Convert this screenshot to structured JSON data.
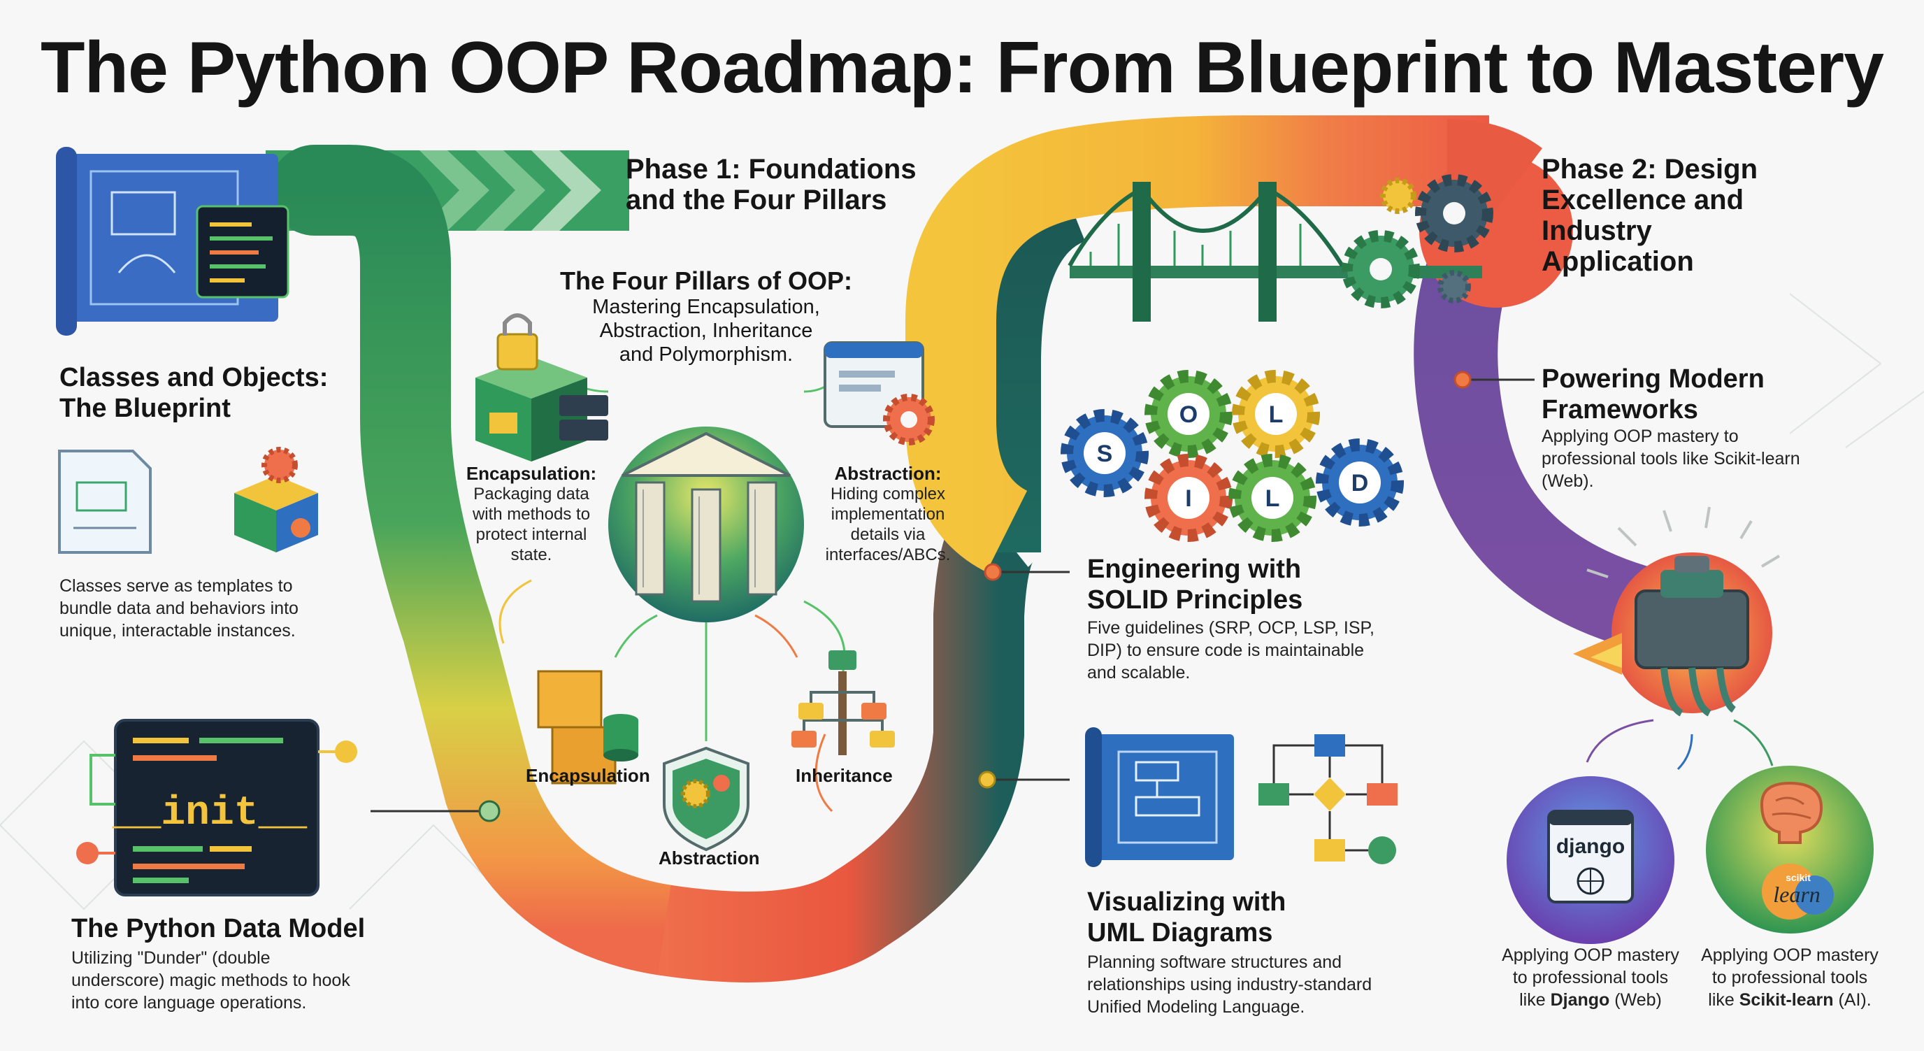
{
  "title": "The Python OOP Roadmap: From Blueprint to Mastery",
  "phase1": {
    "heading_line1": "Phase 1: Foundations",
    "heading_line2": "and the Four Pillars"
  },
  "phase2": {
    "heading_line1": "Phase 2: Design",
    "heading_line2": "Excellence and",
    "heading_line3": "Industry",
    "heading_line4": "Application"
  },
  "classes": {
    "heading_line1": "Classes and Objects:",
    "heading_line2": "The Blueprint",
    "body_line1": "Classes serve as templates to",
    "body_line2": "bundle data and behaviors into",
    "body_line3": "unique, interactable instances."
  },
  "pillars": {
    "heading": "The Four Pillars of OOP:",
    "sub_line1": "Mastering Encapsulation,",
    "sub_line2": "Abstraction, Inheritance",
    "sub_line3": "and Polymorphism.",
    "encapsulation": {
      "heading": "Encapsulation:",
      "line1": "Packaging data",
      "line2": "with methods to",
      "line3": "protect internal",
      "line4": "state."
    },
    "abstraction": {
      "heading": "Abstraction:",
      "line1": "Hiding complex",
      "line2": "implementation",
      "line3": "details via",
      "line4": "interfaces/ABCs."
    },
    "label_encapsulation": "Encapsulation",
    "label_abstraction": "Abstraction",
    "label_inheritance": "Inheritance"
  },
  "data_model": {
    "code_text": "__init__",
    "heading": "The Python Data Model",
    "body_line1": "Utilizing \"Dunder\" (double",
    "body_line2": "underscore) magic methods to hook",
    "body_line3": "into core language operations."
  },
  "solid": {
    "letters": [
      "S",
      "O",
      "L",
      "I",
      "L",
      "D"
    ],
    "heading_line1": "Engineering with",
    "heading_line2": "SOLID Principles",
    "body_line1": "Five guidelines (SRP, OCP, LSP, ISP,",
    "body_line2": "DIP) to ensure code is maintainable",
    "body_line3": "and scalable."
  },
  "uml": {
    "heading_line1": "Visualizing with",
    "heading_line2": "UML Diagrams",
    "body_line1": "Planning software structures and",
    "body_line2": "relationships using industry-standard",
    "body_line3": "Unified Modeling Language."
  },
  "frameworks": {
    "heading_line1": "Powering Modern",
    "heading_line2": "Frameworks",
    "body_line1": "Applying OOP mastery to",
    "body_line2": "professional tools like Scikit-learn",
    "body_line3": "(Web)."
  },
  "django": {
    "logo_text": "django",
    "line1": "Applying OOP mastery",
    "line2": "to professional tools",
    "line3_prefix": "like ",
    "line3_bold": "Django",
    "line3_suffix": " (Web)"
  },
  "sklearn": {
    "logo_small": "scikit",
    "logo_text": "learn",
    "line1": "Applying OOP mastery",
    "line2": "to professional tools",
    "line3_prefix": "like ",
    "line3_bold": "Scikit-learn",
    "line3_suffix": " (AI)."
  },
  "colors": {
    "green": "#2f9a5a",
    "yellow": "#f2c43c",
    "orange": "#f07a4a",
    "red": "#ea5a47",
    "teal": "#1e5f5c",
    "purple": "#7b4fa3",
    "blue": "#2f6fc0",
    "text": "#151515"
  }
}
